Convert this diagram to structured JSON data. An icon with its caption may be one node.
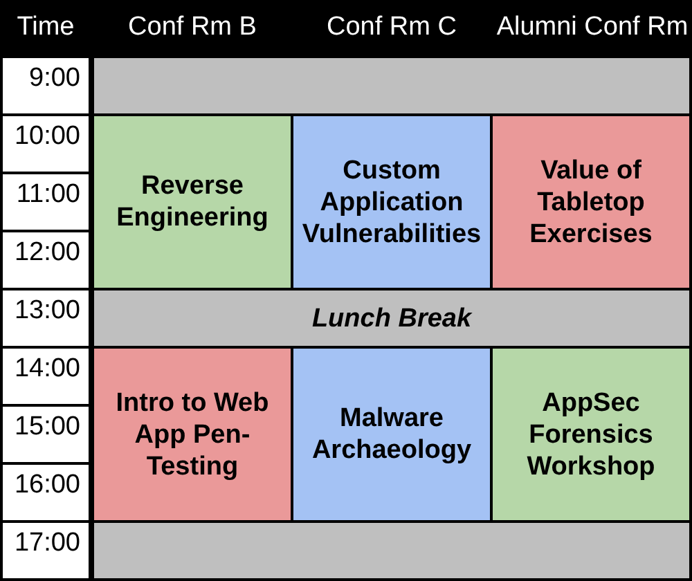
{
  "diagram": {
    "nodes": [
      {
        "text": [],
        "shape": "bar"
      },
      {
        "text": [
          "Reverse Engineering"
        ]
      },
      {
        "text": [
          "Custom Application Vulnerabilities"
        ]
      },
      {
        "text": [
          "Value of Tabletop Exercises"
        ]
      },
      {
        "text": [
          "Lunch Break"
        ]
      },
      {
        "text": [
          "Intro to Web App Pen-Testing"
        ]
      },
      {
        "text": [
          "Malware Archaeology"
        ]
      },
      {
        "text": [
          "AppSec Forensics Workshop"
        ]
      },
      {
        "text": [],
        "shape": "bar"
      }
    ],
    "labels": [
      "Time",
      "Conf Rm B",
      "Conf Rm C",
      "Alumni Conf Rm",
      "9:00",
      "10:00",
      "11:00",
      "12:00",
      "13:00",
      "14:00",
      "15:00",
      "16:00",
      "17:00"
    ]
  }
}
